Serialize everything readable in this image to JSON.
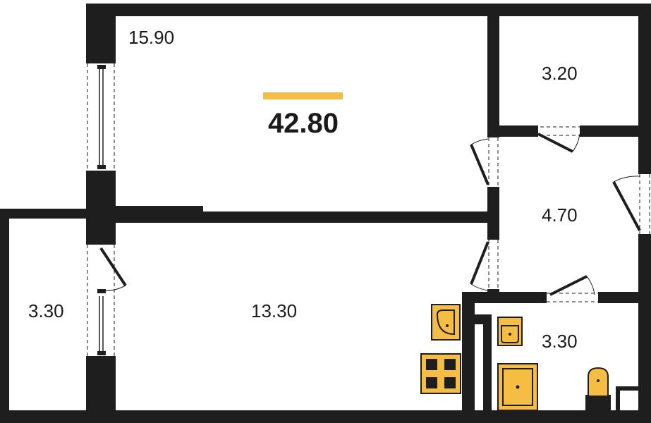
{
  "plan": {
    "total_area": "42.80",
    "accent_color": "#f5bd41",
    "wall_color": "#1e1e1e",
    "rooms": {
      "main_room": "15.90",
      "storage": "3.20",
      "hall": "4.70",
      "living": "13.30",
      "balcony": "3.30",
      "bathroom": "3.30"
    }
  }
}
